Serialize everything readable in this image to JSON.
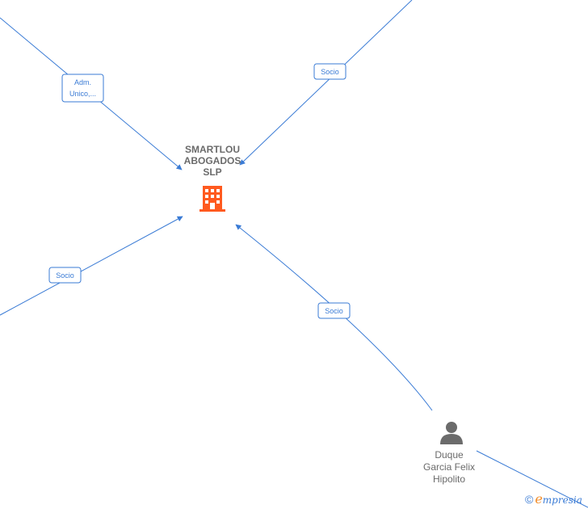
{
  "company": {
    "name_lines": [
      "SMARTLOU",
      "ABOGADOS",
      "SLP"
    ],
    "icon": "building-icon",
    "icon_color": "#ff5a1f"
  },
  "person": {
    "name_lines": [
      "Duque",
      "Garcia Felix",
      "Hipolito"
    ],
    "icon": "person-icon",
    "icon_color": "#6b6b6b"
  },
  "edges": [
    {
      "id": "edge-top-left",
      "label_lines": [
        "Adm.",
        "Unico,..."
      ]
    },
    {
      "id": "edge-top-right",
      "label_lines": [
        "Socio"
      ]
    },
    {
      "id": "edge-left",
      "label_lines": [
        "Socio"
      ]
    },
    {
      "id": "edge-person",
      "label_lines": [
        "Socio"
      ]
    }
  ],
  "edge_color": "#3a7bd5",
  "footer": {
    "copyright_symbol": "©",
    "brand_first": "e",
    "brand_rest": "mpresia"
  }
}
